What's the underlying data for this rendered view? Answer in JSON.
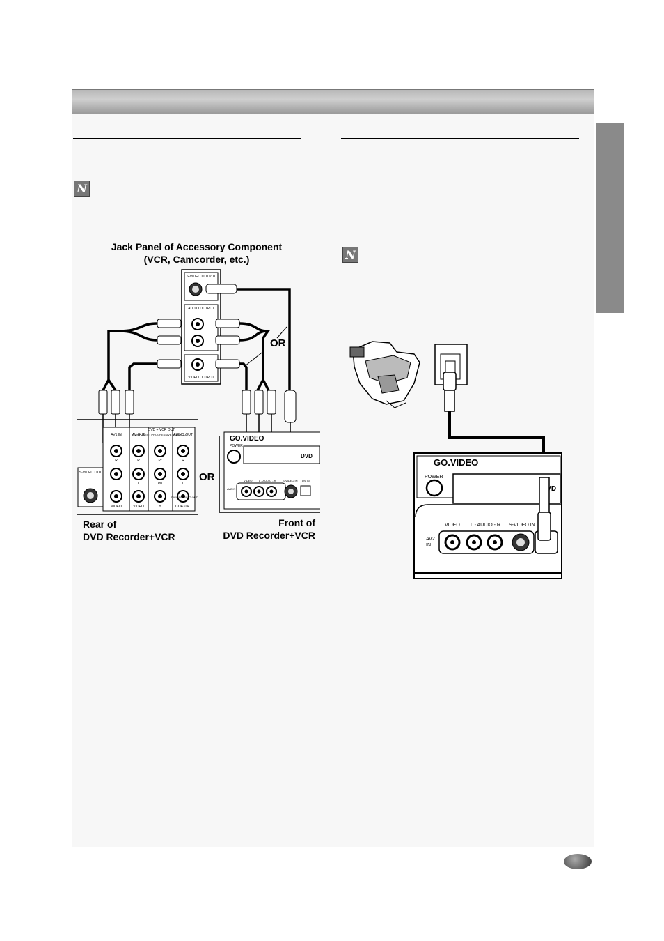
{
  "diagram1": {
    "title_line1": "Jack Panel of Accessory Component",
    "title_line2": "(VCR, Camcorder, etc.)",
    "or_top": "OR",
    "or_mid": "OR",
    "rear_line1": "Rear of",
    "rear_line2": "DVD Recorder+VCR",
    "front_line1": "Front of",
    "front_line2": "DVD Recorder+VCR",
    "jack_svideo_output": "S-VIDEO OUTPUT",
    "jack_audio_output": "AUDIO OUTPUT",
    "jack_video_output": "VIDEO OUTPUT",
    "rear_dvd_vcr_out": "DVD + VCR OUT",
    "rear_av1_in": "AV1 IN",
    "rear_av_out": "AV OUT",
    "rear_component_out": "COMPONENT PROGRESSIVE VIDEO OUT",
    "rear_audio_out": "AUDIO OUT",
    "rear_svideo_out": "S-VIDEO OUT",
    "rear_digital_audio_out": "DIGITAL AUDIO OUT",
    "rear_coaxial": "COAXIAL",
    "rear_r": "R",
    "rear_l": "L",
    "rear_video": "VIDEO",
    "rear_pr": "Pr",
    "rear_pb": "Pb",
    "rear_y": "Y",
    "front_brand": "GO.VIDEO",
    "front_power": "POWER",
    "front_dvd": "DVD",
    "front_video": "VIDEO",
    "front_audio": "L - AUDIO - R",
    "front_svideo_in": "S-VIDEO IN",
    "front_dv_in": "DV IN",
    "front_av2_in": "AV2 IN"
  },
  "diagram2": {
    "brand": "GO.VIDEO",
    "power": "POWER",
    "dvd": "DVD",
    "video": "VIDEO",
    "audio": "L - AUDIO - R",
    "svideo_in": "S-VIDEO IN",
    "av2": "AV2",
    "in": "IN"
  },
  "colors": {
    "header_bar": "#b8b8b8",
    "side_tab": "#8a8a8a",
    "panel_bg": "#f7f7f7"
  }
}
